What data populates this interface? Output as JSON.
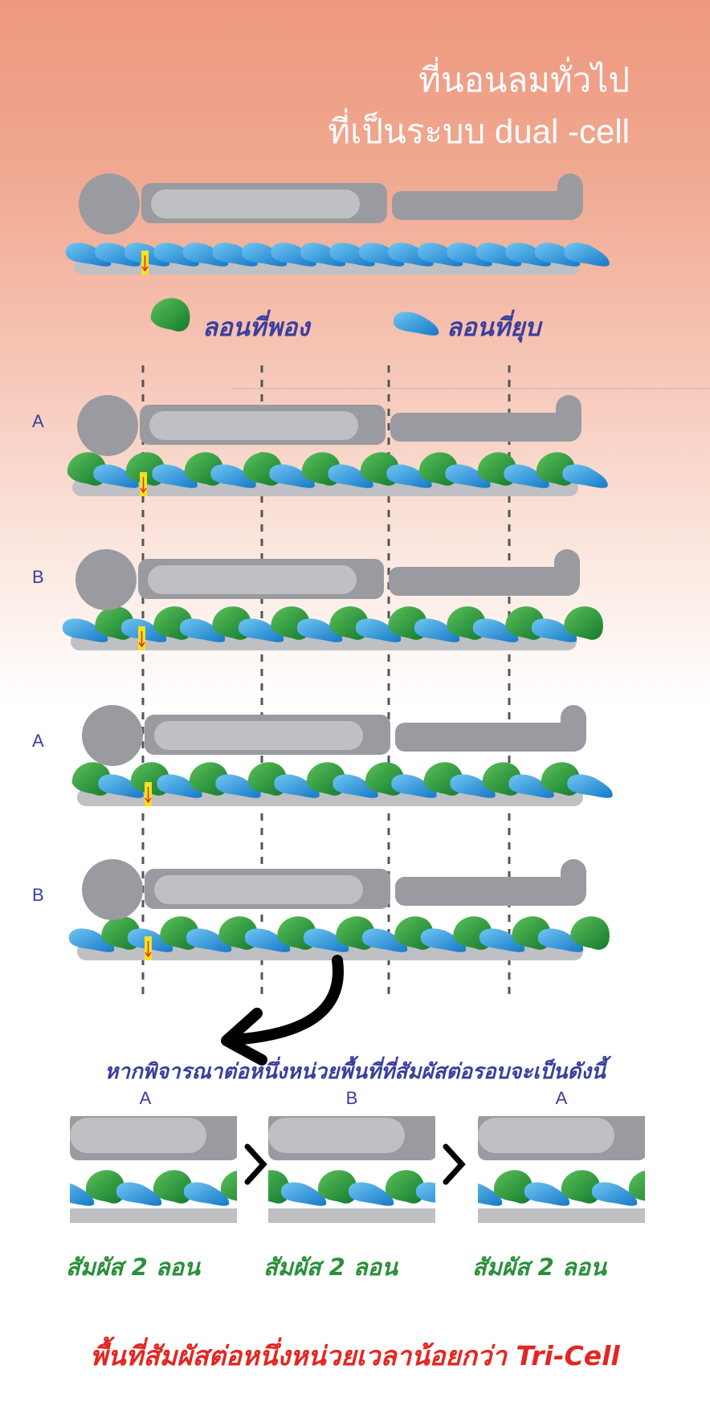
{
  "title": {
    "line1": "ที่นอนลมทั่วไป",
    "line2": "ที่เป็นระบบ dual -cell"
  },
  "legend": {
    "inflated": "ลอนที่พอง",
    "deflated": "ลอนที่ยุบ"
  },
  "colors": {
    "inflated": "#1f8f3a",
    "deflated": "#1e95d8",
    "body": "#9a9ba0",
    "limb": "#bfc0c4",
    "marker": "#f5e21c",
    "accent": "#3a3f9c",
    "caption": "#2a8f3a",
    "warning": "#e32620"
  },
  "rows": [
    {
      "label": "A",
      "pattern": "alternate-green-first"
    },
    {
      "label": "B",
      "pattern": "alternate-blue-first"
    },
    {
      "label": "A",
      "pattern": "alternate-green-first"
    },
    {
      "label": "B",
      "pattern": "alternate-blue-first"
    }
  ],
  "question": "หากพิจารณาต่อหนึ่งหน่วยพื้นที่ที่สัมผัสต่อรอบจะเป็นดังนี้",
  "panels": [
    {
      "label": "A",
      "caption": "สัมผัส 2 ลอน"
    },
    {
      "label": "B",
      "caption": "สัมผัส 2 ลอน"
    },
    {
      "label": "A",
      "caption": "สัมผัส 2 ลอน"
    }
  ],
  "conclusion": "พื้นที่สัมผัสต่อหนึ่งหน่วยเวลาน้อยกว่า Tri-Cell"
}
